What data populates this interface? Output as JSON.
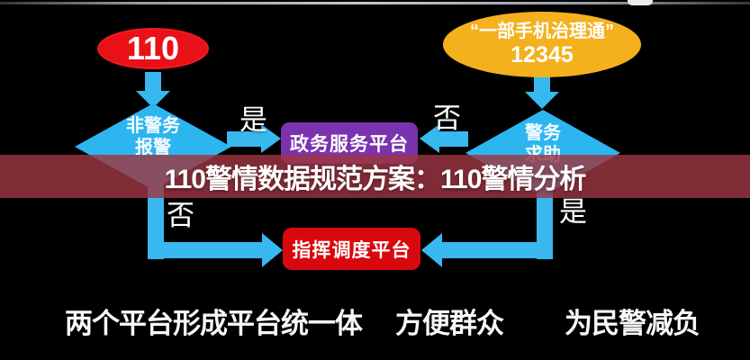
{
  "banner": {
    "title": "110警情数据规范方案：110警情分析"
  },
  "flowchart": {
    "source_left": {
      "label": "110"
    },
    "source_right": {
      "line1": "“一部手机治理通”",
      "line2": "12345"
    },
    "decision_left": {
      "line1": "非警务",
      "line2": "报警"
    },
    "decision_right": {
      "line1": "警务",
      "line2": "求助"
    },
    "process_gov": {
      "label": "政务服务平台"
    },
    "process_dispatch": {
      "label": "指挥调度平台"
    },
    "label_yes_left": "是",
    "label_no_top_right": "否",
    "label_no_bottom_left": "否",
    "label_yes_bottom_right": "是"
  },
  "captions": [
    "两个平台形成平台统一体",
    "方便群众",
    "为民警减负"
  ],
  "colors": {
    "background_center": "#22456a",
    "background_edge": "#04070e",
    "arrow_blue": "#39b8f0",
    "diamond_blue": "#2db5ef",
    "source_red": "#ea1018",
    "source_yellow": "#f4b11d",
    "process_purple": "#7b32ae",
    "process_red": "#d8090e",
    "banner_red": "rgba(156,54,66,0.82)"
  }
}
